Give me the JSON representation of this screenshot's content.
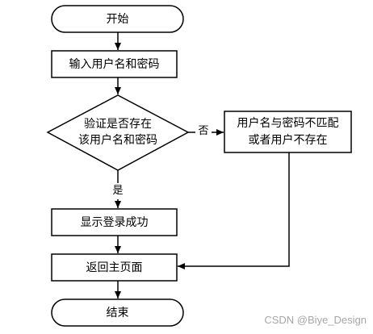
{
  "flowchart": {
    "start": "开始",
    "input": "输入用户名和密码",
    "decision": [
      "验证是否存在",
      "该用户名和密码"
    ],
    "no_label": "否",
    "yes_label": "是",
    "error_box": [
      "用户名与密码不匹配",
      "或者用户不存在"
    ],
    "success": "显示登录成功",
    "return_home": "返回主页面",
    "end": "结束"
  },
  "watermark": "CSDN @Biye_Design",
  "colors": {
    "stroke": "#000000",
    "background": "#ffffff",
    "watermark": "#a6a6a6"
  }
}
